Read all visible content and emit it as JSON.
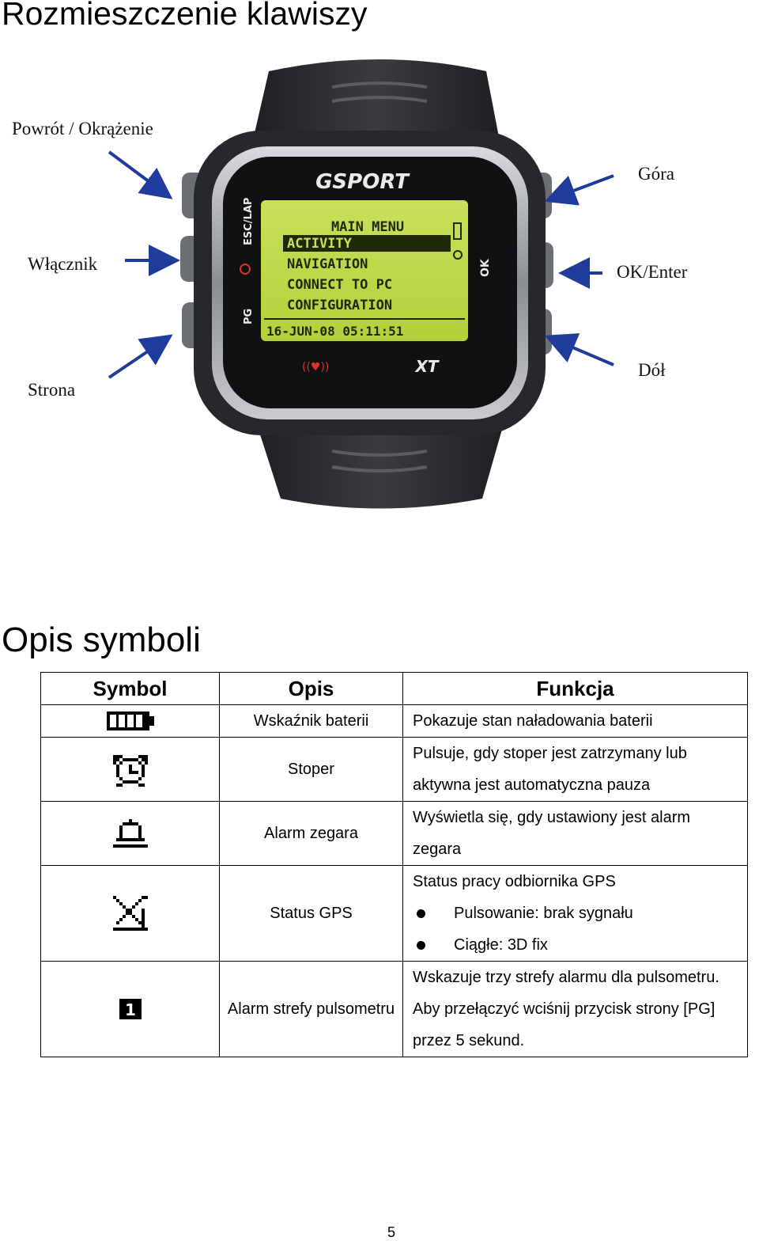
{
  "page": {
    "title": "Rozmieszczenie klawiszy",
    "section2_title": "Opis symboli",
    "page_number": "5"
  },
  "figure": {
    "labels": {
      "back_lap": "Powrót / Okrążenie",
      "power": "Włącznik",
      "page": "Strona",
      "up": "Góra",
      "ok_enter": "OK/Enter",
      "down": "Dół"
    },
    "watch": {
      "brand": "GSPORT",
      "model": "XT",
      "left_button_labels": [
        "ESC/LAP",
        "PG"
      ],
      "right_button_label": "OK",
      "screen_title": "MAIN MENU",
      "menu_items": [
        "ACTIVITY",
        "NAVIGATION",
        "CONNECT TO PC",
        "CONFIGURATION"
      ],
      "selected_item_index": 0,
      "status_line": "16-JUN-08 05:11:51"
    }
  },
  "table": {
    "headers": {
      "symbol": "Symbol",
      "opis": "Opis",
      "funkcja": "Funkcja"
    },
    "rows": [
      {
        "icon": "battery-icon",
        "opis": "Wskaźnik baterii",
        "funkcja": "Pokazuje stan naładowania baterii"
      },
      {
        "icon": "stopwatch-icon",
        "opis": "Stoper",
        "funkcja": "Pulsuje, gdy stoper jest zatrzymany lub aktywna jest automatyczna pauza"
      },
      {
        "icon": "alarm-bell-icon",
        "opis": "Alarm zegara",
        "funkcja": "Wyświetla się, gdy ustawiony jest alarm zegara"
      },
      {
        "icon": "gps-satellite-icon",
        "opis": "Status GPS",
        "funkcja": "Status pracy odbiornika GPS",
        "bullets": [
          "Pulsowanie: brak sygnału",
          "Ciągłe: 3D fix"
        ]
      },
      {
        "icon": "hr-zone-icon",
        "icon_text": "1",
        "opis": "Alarm strefy pulsometru",
        "funkcja": "Wskazuje trzy strefy alarmu dla pulsometru. Aby przełączyć wciśnij przycisk strony [PG] przez 5 sekund."
      }
    ]
  }
}
